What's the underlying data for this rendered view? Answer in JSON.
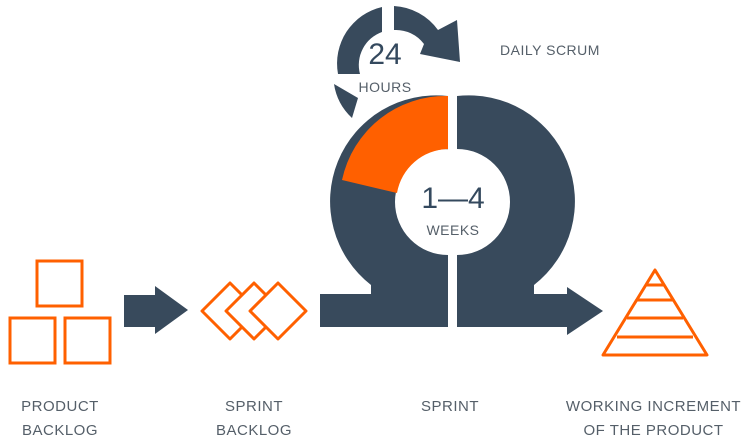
{
  "colors": {
    "dark": "#384a5c",
    "orange": "#ff6000",
    "text": "#555f69"
  },
  "daily_scrum": {
    "label": "DAILY SCRUM",
    "value": "24",
    "unit": "HOURS"
  },
  "sprint_cycle": {
    "value": "1—4",
    "unit": "WEEKS"
  },
  "labels": {
    "product_backlog": [
      "PRODUCT",
      "BACKLOG"
    ],
    "sprint_backlog": [
      "SPRINT",
      "BACKLOG"
    ],
    "sprint": "SPRINT",
    "increment": [
      "WORKING INCREMENT",
      "OF THE PRODUCT"
    ]
  }
}
